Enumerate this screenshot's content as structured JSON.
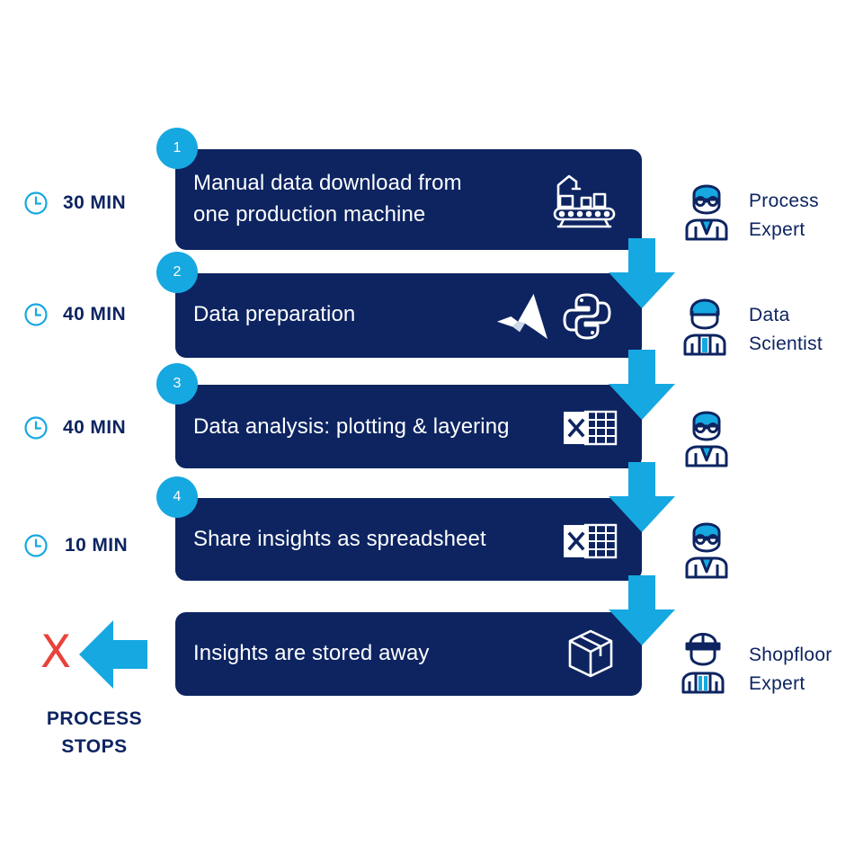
{
  "colors": {
    "box": "#0d2461",
    "accent": "#16a8e1",
    "text_dark": "#0d2461",
    "stop_x": "#e8433b"
  },
  "steps": [
    {
      "number": "1",
      "lines": [
        "Manual data download from",
        "one production machine"
      ],
      "time": "30 MIN",
      "icons": [
        "conveyor-belt-robot-icon"
      ]
    },
    {
      "number": "2",
      "lines": [
        "Data preparation"
      ],
      "time": "40 MIN",
      "icons": [
        "matlab-icon",
        "python-icon"
      ]
    },
    {
      "number": "3",
      "lines": [
        "Data analysis: plotting & layering"
      ],
      "time": "40 MIN",
      "icons": [
        "excel-icon"
      ]
    },
    {
      "number": "4",
      "lines": [
        "Share insights as spreadsheet"
      ],
      "time": "10 MIN",
      "icons": [
        "excel-icon"
      ]
    },
    {
      "number": "",
      "lines": [
        "Insights are stored away"
      ],
      "time": "",
      "icons": [
        "box-icon"
      ]
    }
  ],
  "roles": [
    {
      "lines": [
        "Process",
        "Expert"
      ],
      "icon": "process-expert-icon"
    },
    {
      "lines": [
        "Data",
        "Scientist"
      ],
      "icon": "data-scientist-icon"
    },
    {
      "lines": [],
      "icon": "process-expert-icon"
    },
    {
      "lines": [],
      "icon": "process-expert-icon"
    },
    {
      "lines": [
        "Shopfloor",
        "Expert"
      ],
      "icon": "shopfloor-expert-icon"
    }
  ],
  "stop": {
    "mark": "X",
    "lines": [
      "PROCESS",
      "STOPS"
    ]
  }
}
